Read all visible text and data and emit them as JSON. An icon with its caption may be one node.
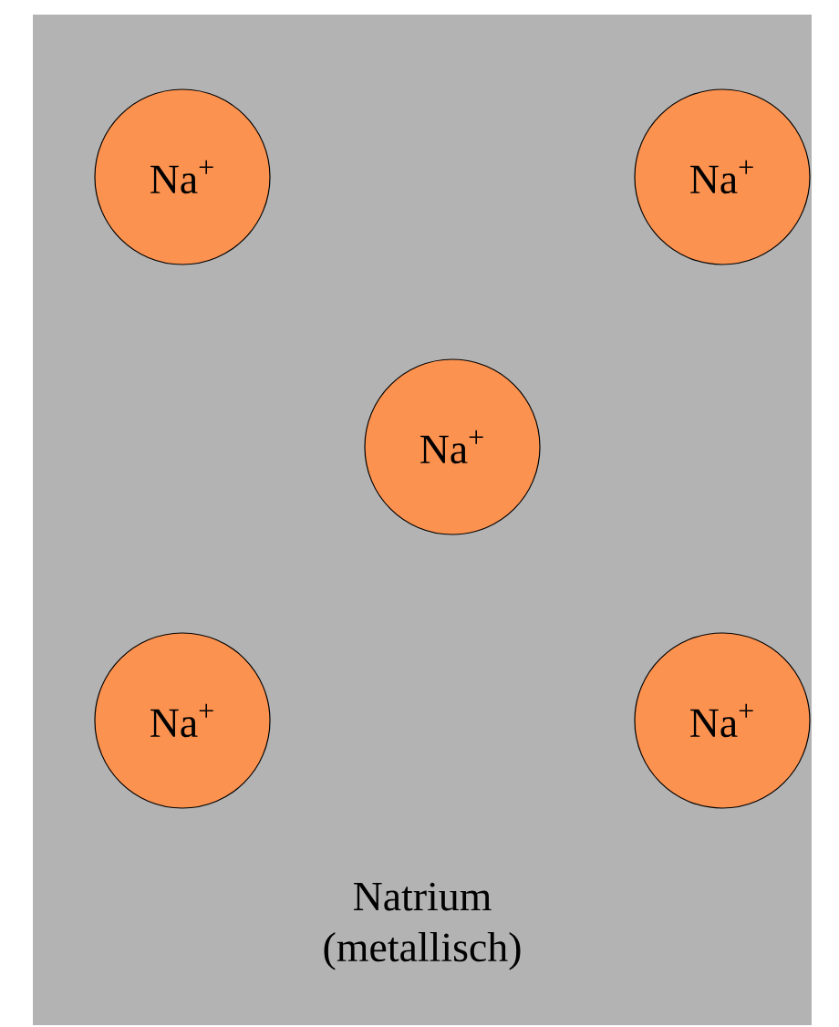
{
  "diagram": {
    "nodes": [
      {
        "text": [
          "Natrium (metallisch)"
        ]
      },
      {
        "text": [
          "Na$^{+}$"
        ],
        "in": 0
      },
      {
        "text": [
          "Na$^{+}$"
        ],
        "in": 0
      },
      {
        "text": [
          "Na$^{+}$"
        ],
        "in": 0
      },
      {
        "text": [
          "Na$^{+}$"
        ],
        "in": 0
      },
      {
        "text": [
          "Na$^{+}$"
        ],
        "in": 0
      }
    ]
  }
}
